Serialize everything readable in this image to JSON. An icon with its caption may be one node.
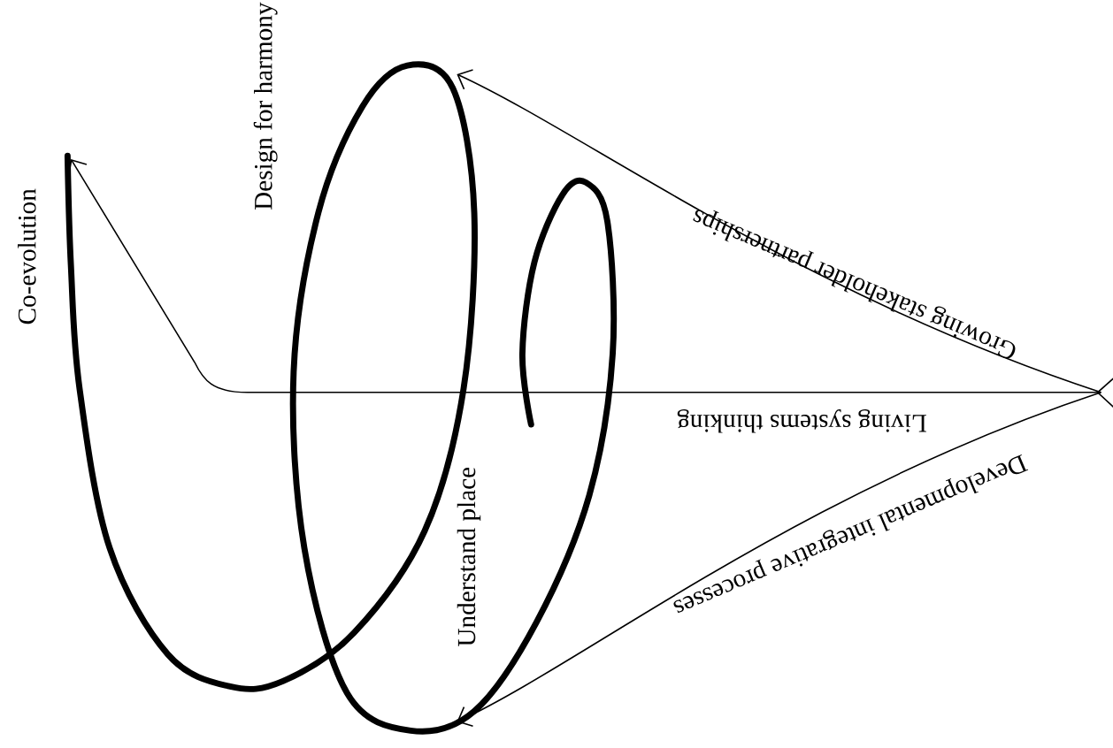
{
  "diagram": {
    "labels": [
      "Co-evolution",
      "Design for harmony",
      "Growing stakeholder partnerships",
      "Living systems thinking",
      "Understand place",
      "Developmental integrative processes"
    ]
  }
}
